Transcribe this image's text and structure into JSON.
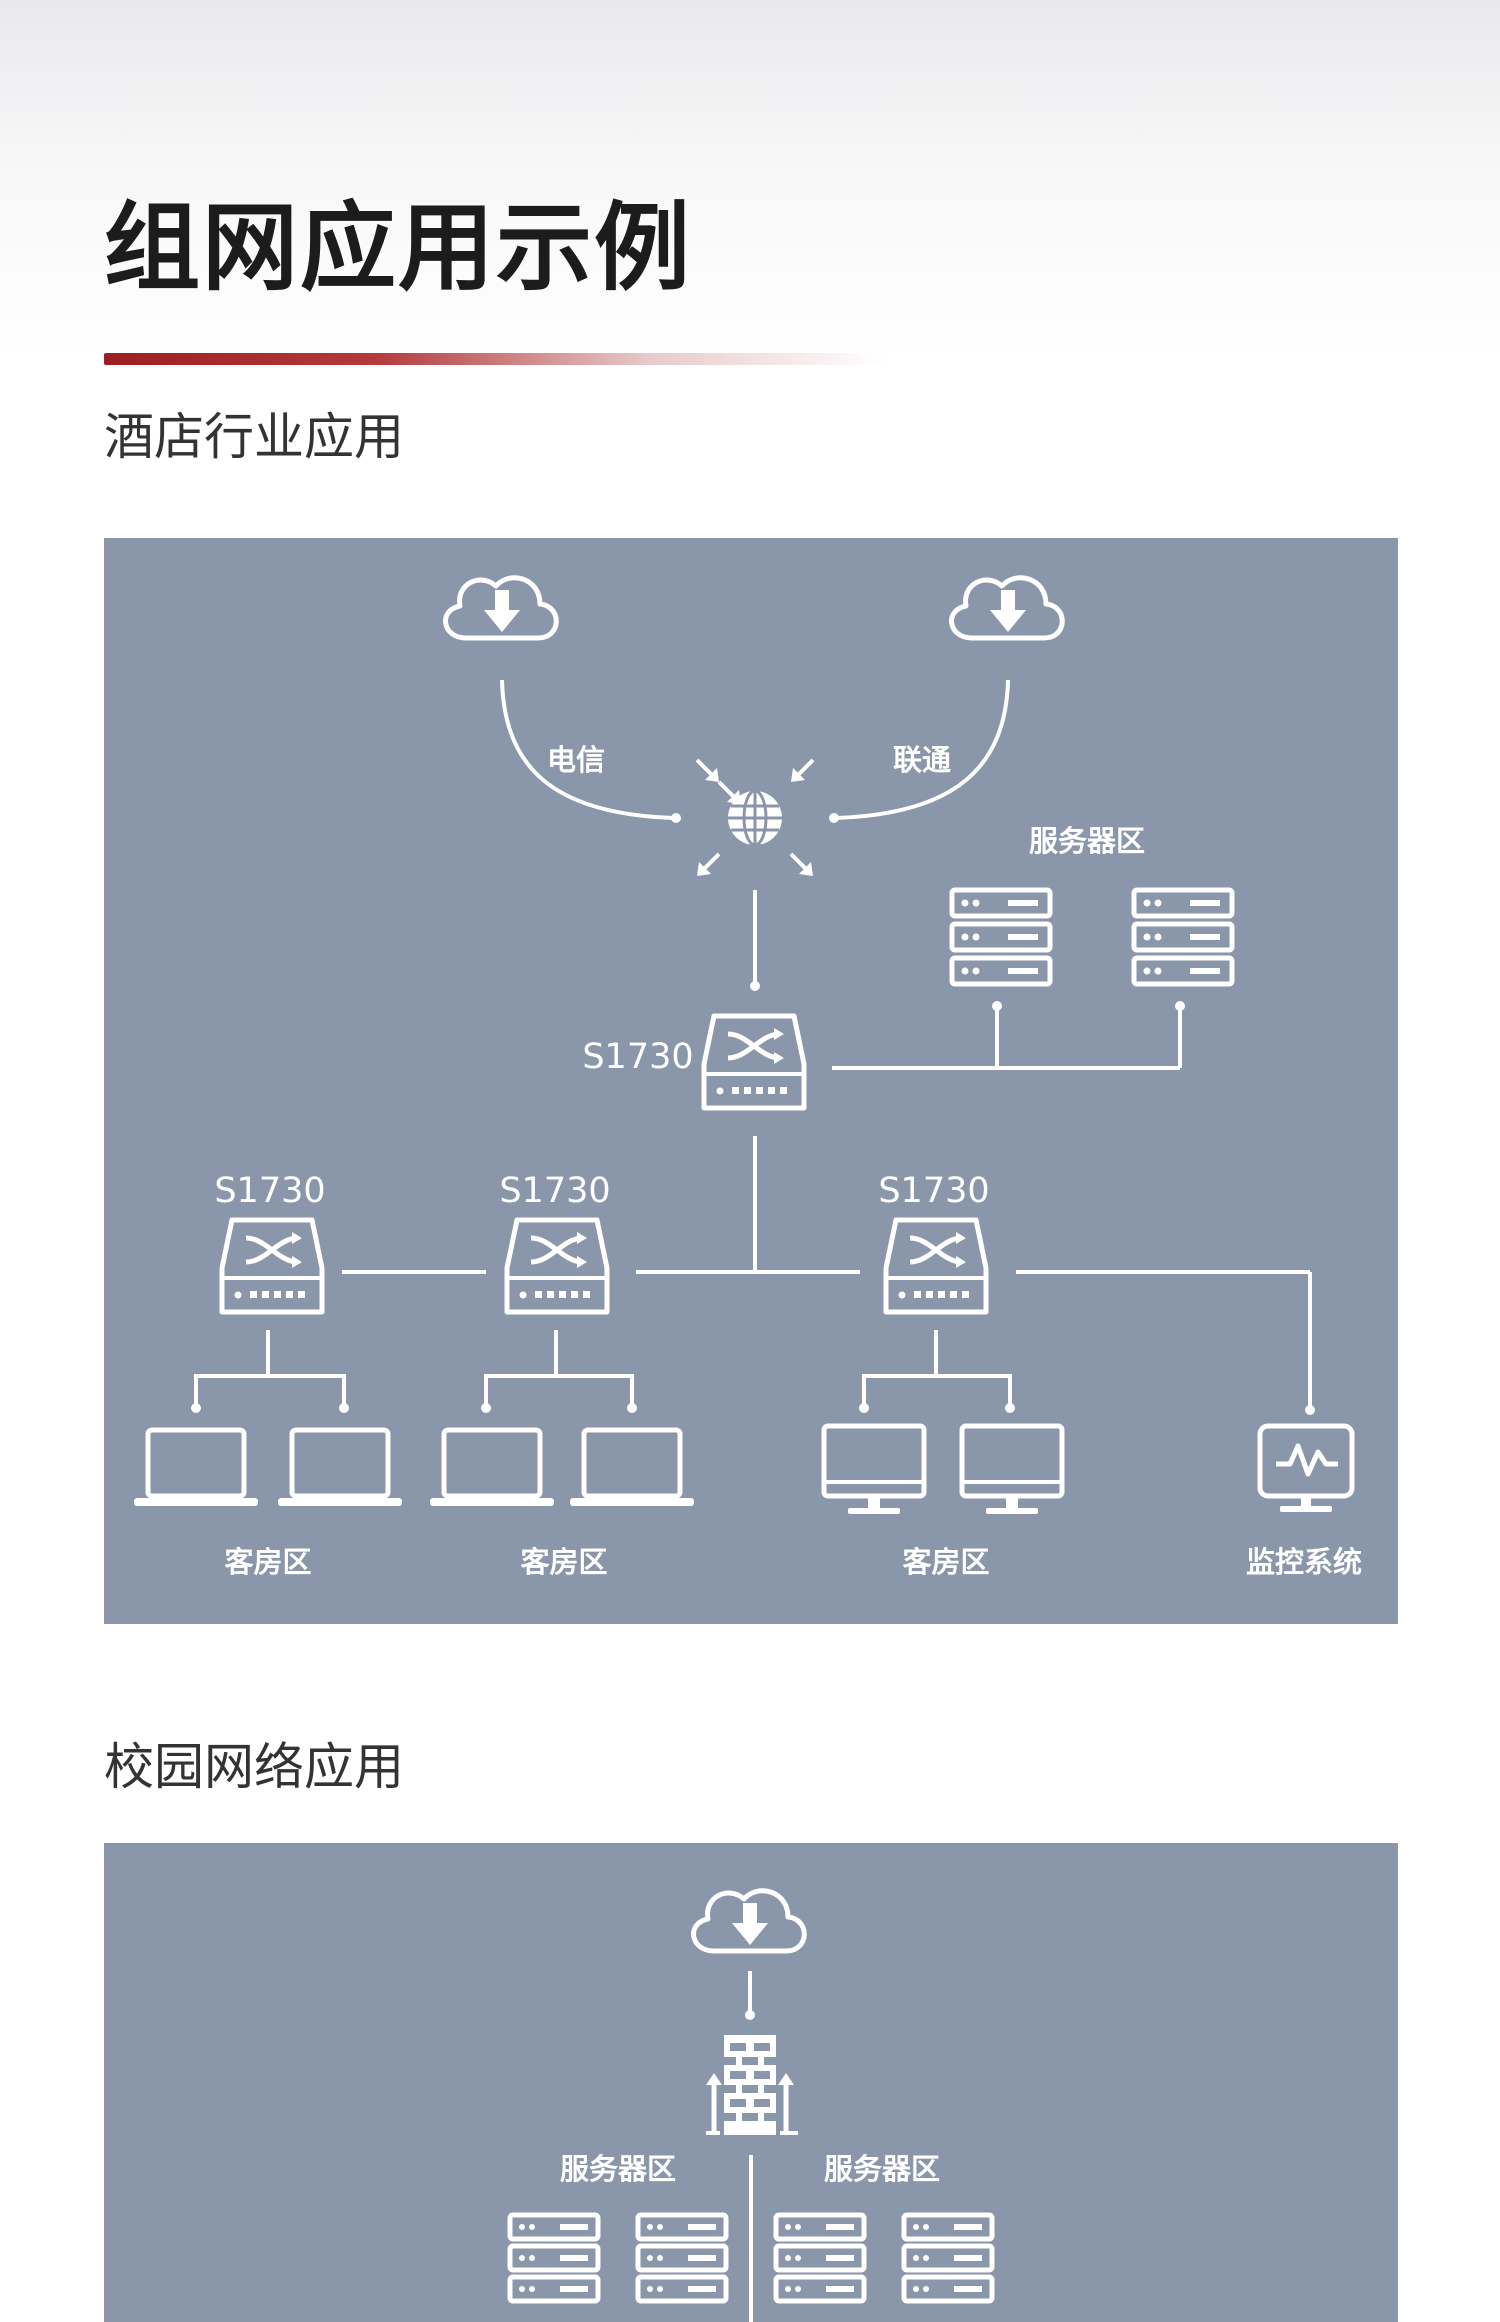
{
  "page_title": "组网应用示例",
  "colors": {
    "accent": "#9d1d22",
    "panel_bg": "#8a96aa",
    "diagram_line": "#ffffff"
  },
  "hotel": {
    "title": "酒店行业应用",
    "isp_left": "电信",
    "isp_right": "联通",
    "server_zone": "服务器区",
    "core_switch": "S1730",
    "switch_left": "S1730",
    "switch_mid": "S1730",
    "switch_right": "S1730",
    "zone_left": "客房区",
    "zone_mid": "客房区",
    "zone_right": "客房区",
    "monitor": "监控系统",
    "icons": [
      "cloud-download-icon",
      "globe-icon",
      "server-icon",
      "switch-icon",
      "laptop-icon",
      "desktop-monitor-icon",
      "monitor-chart-icon"
    ]
  },
  "campus": {
    "title": "校园网络应用",
    "server_zone_left": "服务器区",
    "server_zone_right": "服务器区",
    "icons": [
      "cloud-download-icon",
      "firewall-icon",
      "server-icon"
    ]
  }
}
